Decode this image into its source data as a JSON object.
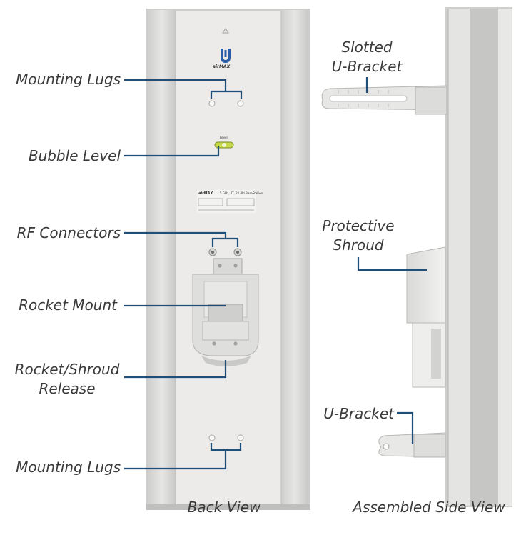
{
  "labels": {
    "mounting_lugs_top": "Mounting Lugs",
    "bubble_level": "Bubble Level",
    "rf_connectors": "RF Connectors",
    "rocket_mount": "Rocket Mount",
    "rocket_release_line1": "Rocket/Shroud",
    "rocket_release_line2": "Release",
    "mounting_lugs_bottom": "Mounting Lugs",
    "slotted_line1": "Slotted",
    "slotted_line2": "U-Bracket",
    "shroud_line1": "Protective",
    "shroud_line2": "Shroud",
    "u_bracket": "U-Bracket"
  },
  "captions": {
    "back_view": "Back View",
    "side_view": "Assembled Side View"
  },
  "product": {
    "model_badge": "airMAX",
    "spec_text": "5 GHz, 4T, 22 dBi BaseStation",
    "level_text": "Level"
  },
  "colors": {
    "leader_line": "#1f4e79",
    "label_text": "#3a3a3a",
    "panel_face": "#e9e9e8",
    "panel_edge": "#cfcfcd",
    "logo_blue": "#2a5caa"
  },
  "icons": [
    "ubiquiti-logo-icon",
    "arrow-up-icon",
    "bubble-level-icon"
  ]
}
